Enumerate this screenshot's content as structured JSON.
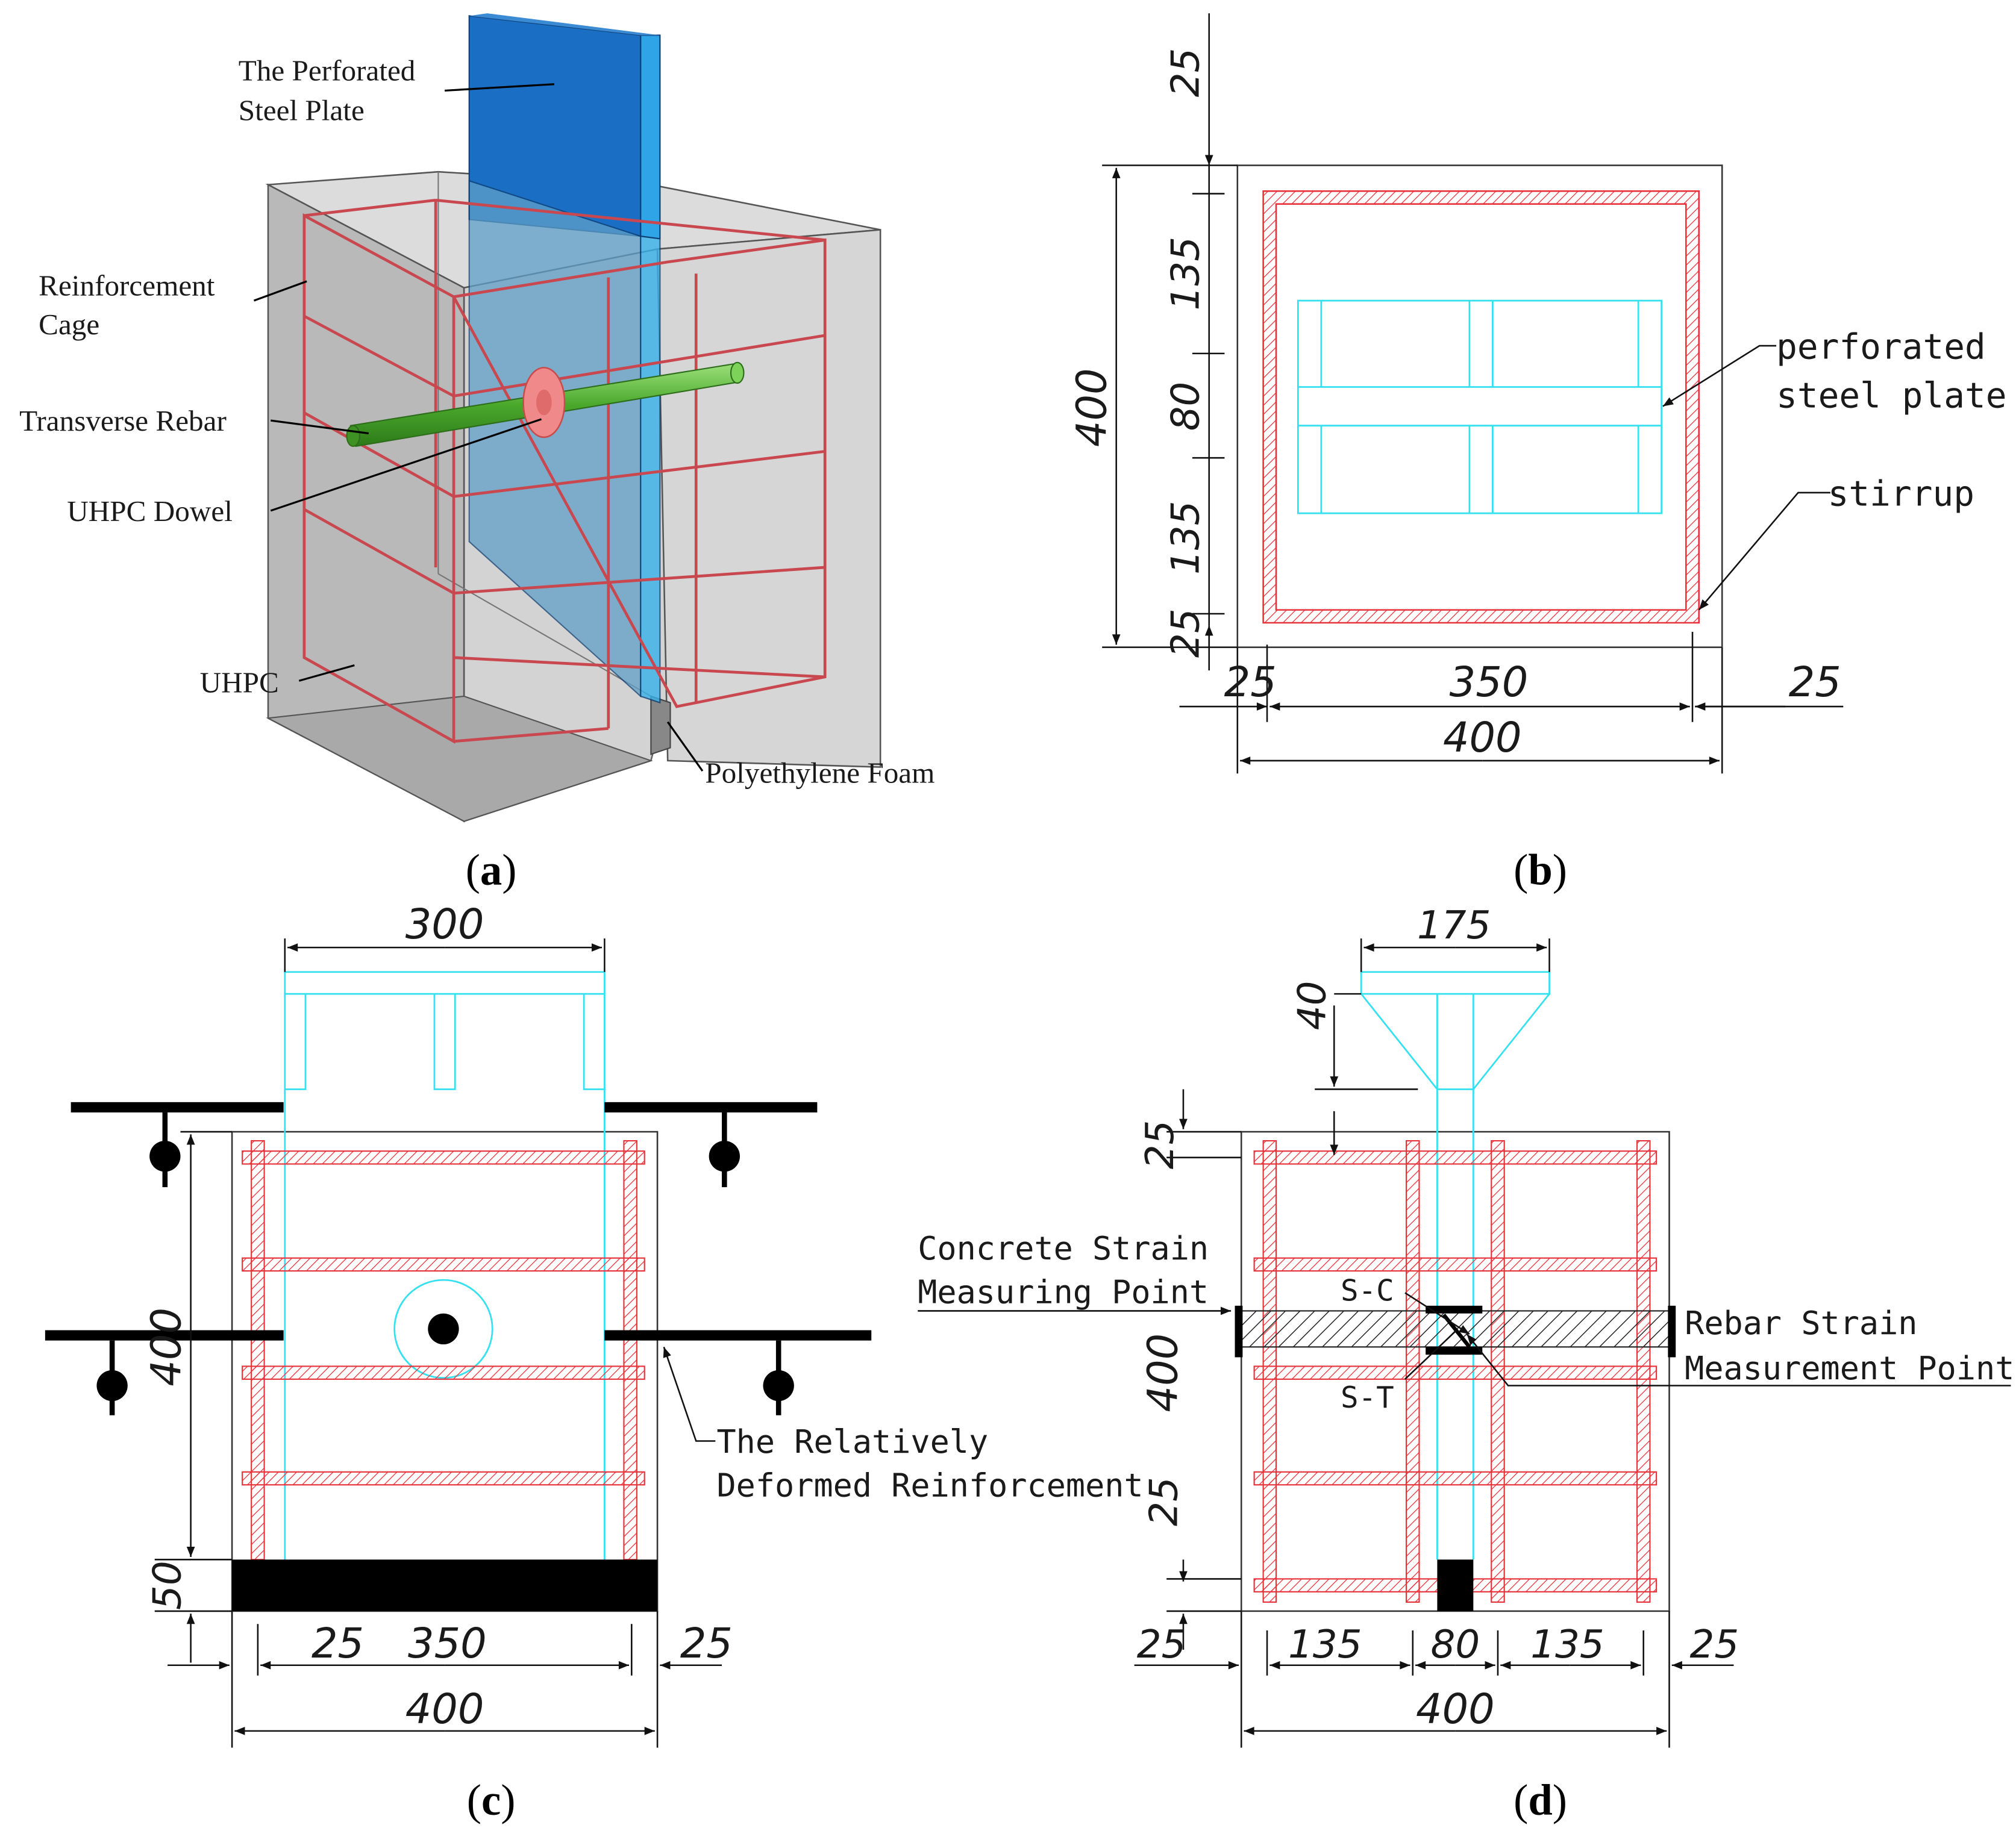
{
  "panel_a": {
    "caption_open": "(",
    "caption_letter": "a",
    "caption_close": ")",
    "labels": {
      "plate_1": "The Perforated",
      "plate_2": "Steel Plate",
      "cage_1": "Reinforcement",
      "cage_2": "Cage",
      "rebar": "Transverse Rebar",
      "dowel": "UHPC Dowel",
      "uhpc": "UHPC",
      "foam": "Polyethylene Foam"
    }
  },
  "panel_b": {
    "caption_open": "(",
    "caption_letter": "b",
    "caption_close": ")",
    "labels": {
      "plate_1": "perforated",
      "plate_2": "steel plate",
      "stirrup": "stirrup"
    },
    "dims": {
      "top": "25",
      "height": "400",
      "v1": "135",
      "v2": "80",
      "v3": "135",
      "v4": "25",
      "h_left": "25",
      "h_mid": "350",
      "h_right": "25",
      "width": "400"
    }
  },
  "panel_c": {
    "caption_open": "(",
    "caption_letter": "c",
    "caption_close": ")",
    "labels": {
      "reinf_1": "The Relatively",
      "reinf_2": "Deformed Reinforcement"
    },
    "dims": {
      "top": "300",
      "height": "400",
      "base": "50",
      "h_left": "25",
      "h_mid": "350",
      "h_right": "25",
      "width": "400"
    }
  },
  "panel_d": {
    "caption_open": "(",
    "caption_letter": "d",
    "caption_close": ")",
    "labels": {
      "concrete_1": "Concrete Strain",
      "concrete_2": "Measuring Point",
      "rebar_1": "Rebar Strain",
      "rebar_2": "Measurement Point",
      "sc": "S-C",
      "st": "S-T"
    },
    "dims": {
      "top": "175",
      "plate": "40",
      "v_top": "25",
      "height": "400",
      "v_bot": "25",
      "h1": "25",
      "h2": "135",
      "h3": "80",
      "h4": "135",
      "h5": "25",
      "width": "400"
    }
  },
  "colors": {
    "rebar_red": "#e8323a",
    "plate_cyan": "#35e0ef",
    "plate_blue": "#1a6fc4",
    "uhpc_gray": "#c8c8c8",
    "dowel_green": "#5cc23a"
  }
}
